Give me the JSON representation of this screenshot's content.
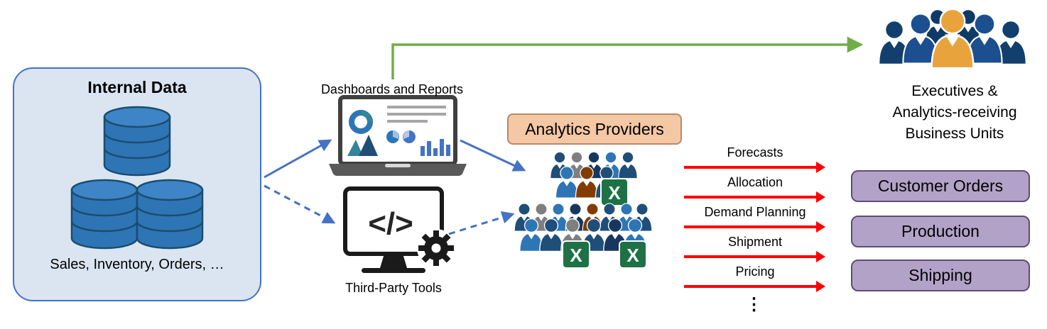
{
  "internal_data": {
    "title": "Internal Data",
    "caption": "Sales, Inventory, Orders, …"
  },
  "tools": {
    "dashboards_label": "Dashboards and Reports",
    "third_party_label": "Third-Party Tools",
    "code_glyph": "</>"
  },
  "analytics_providers": {
    "label": "Analytics Providers"
  },
  "excel": {
    "letter": "X"
  },
  "flows": {
    "items": [
      {
        "label": "Forecasts"
      },
      {
        "label": "Allocation"
      },
      {
        "label": "Demand Planning"
      },
      {
        "label": "Shipment"
      },
      {
        "label": "Pricing"
      }
    ],
    "ellipsis": "⋮"
  },
  "executives": {
    "line1": "Executives &",
    "line2": "Analytics-receiving",
    "line3": "Business Units"
  },
  "business_units": [
    {
      "label": "Customer Orders"
    },
    {
      "label": "Production"
    },
    {
      "label": "Shipping"
    }
  ],
  "colors": {
    "data_flow_blue": "#4472C4",
    "report_flow_green": "#70AD47",
    "service_flow_red": "#FE0000",
    "internal_box_fill": "#DBE5F1",
    "internal_box_border": "#4472C4",
    "analytics_box_fill": "#F4C7A5",
    "analytics_box_border": "#B98868",
    "business_unit_fill": "#B3A2C7",
    "business_unit_border": "#5E4C78",
    "database_blue": "#2E75B6",
    "excel_green": "#1E7145",
    "executive_orange": "#E8A33D",
    "people_navy": "#1F4E79"
  }
}
